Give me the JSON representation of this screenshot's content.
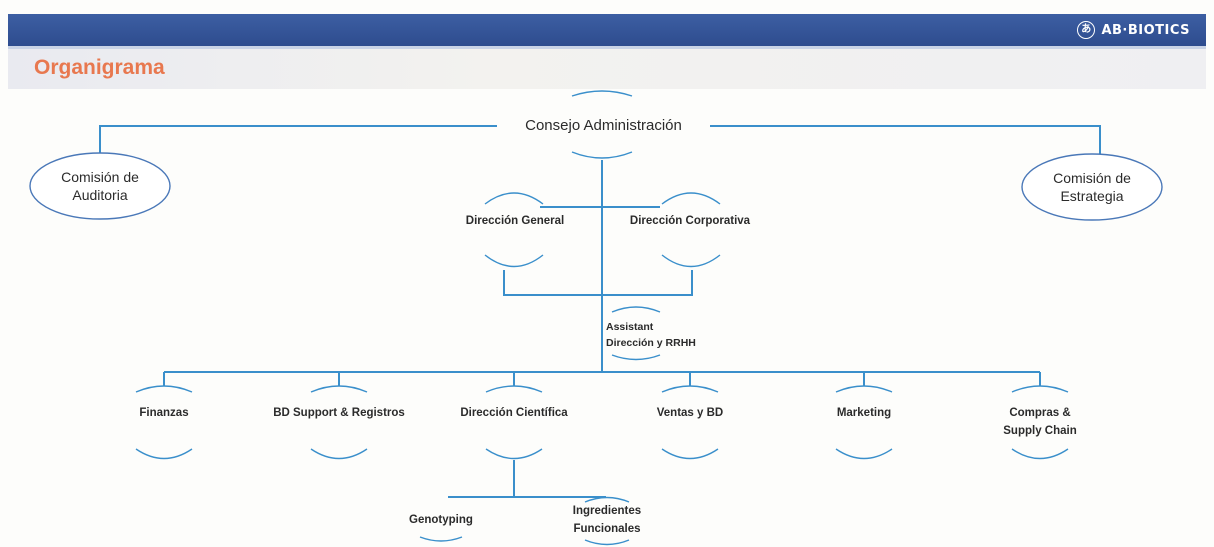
{
  "header": {
    "logo_text": "AB·BIOTICS",
    "logo_icon": "ab-biotics-logo-mark",
    "bar_color": "#3558a0",
    "title": "Organigrama",
    "title_color": "#e8784f"
  },
  "diagram": {
    "board": "Consejo Administración",
    "audit_committee": [
      "Comisión de",
      "Auditoria"
    ],
    "strategy_committee": [
      "Comisión de",
      "Estrategia"
    ],
    "general_direction": "Dirección General",
    "corporate_direction": "Dirección Corporativa",
    "assistant": [
      "Assistant",
      "Dirección y RRHH"
    ],
    "departments": {
      "finance": "Finanzas",
      "bd_support": "BD Support & Registros",
      "scientific": "Dirección Científica",
      "sales": "Ventas y BD",
      "marketing": "Marketing",
      "purchasing": [
        "Compras &",
        "Supply Chain"
      ]
    },
    "genotyping": "Genotyping",
    "ingredients": [
      "Ingredientes",
      "Funcionales"
    ],
    "line_color": "#3a8fcb"
  }
}
